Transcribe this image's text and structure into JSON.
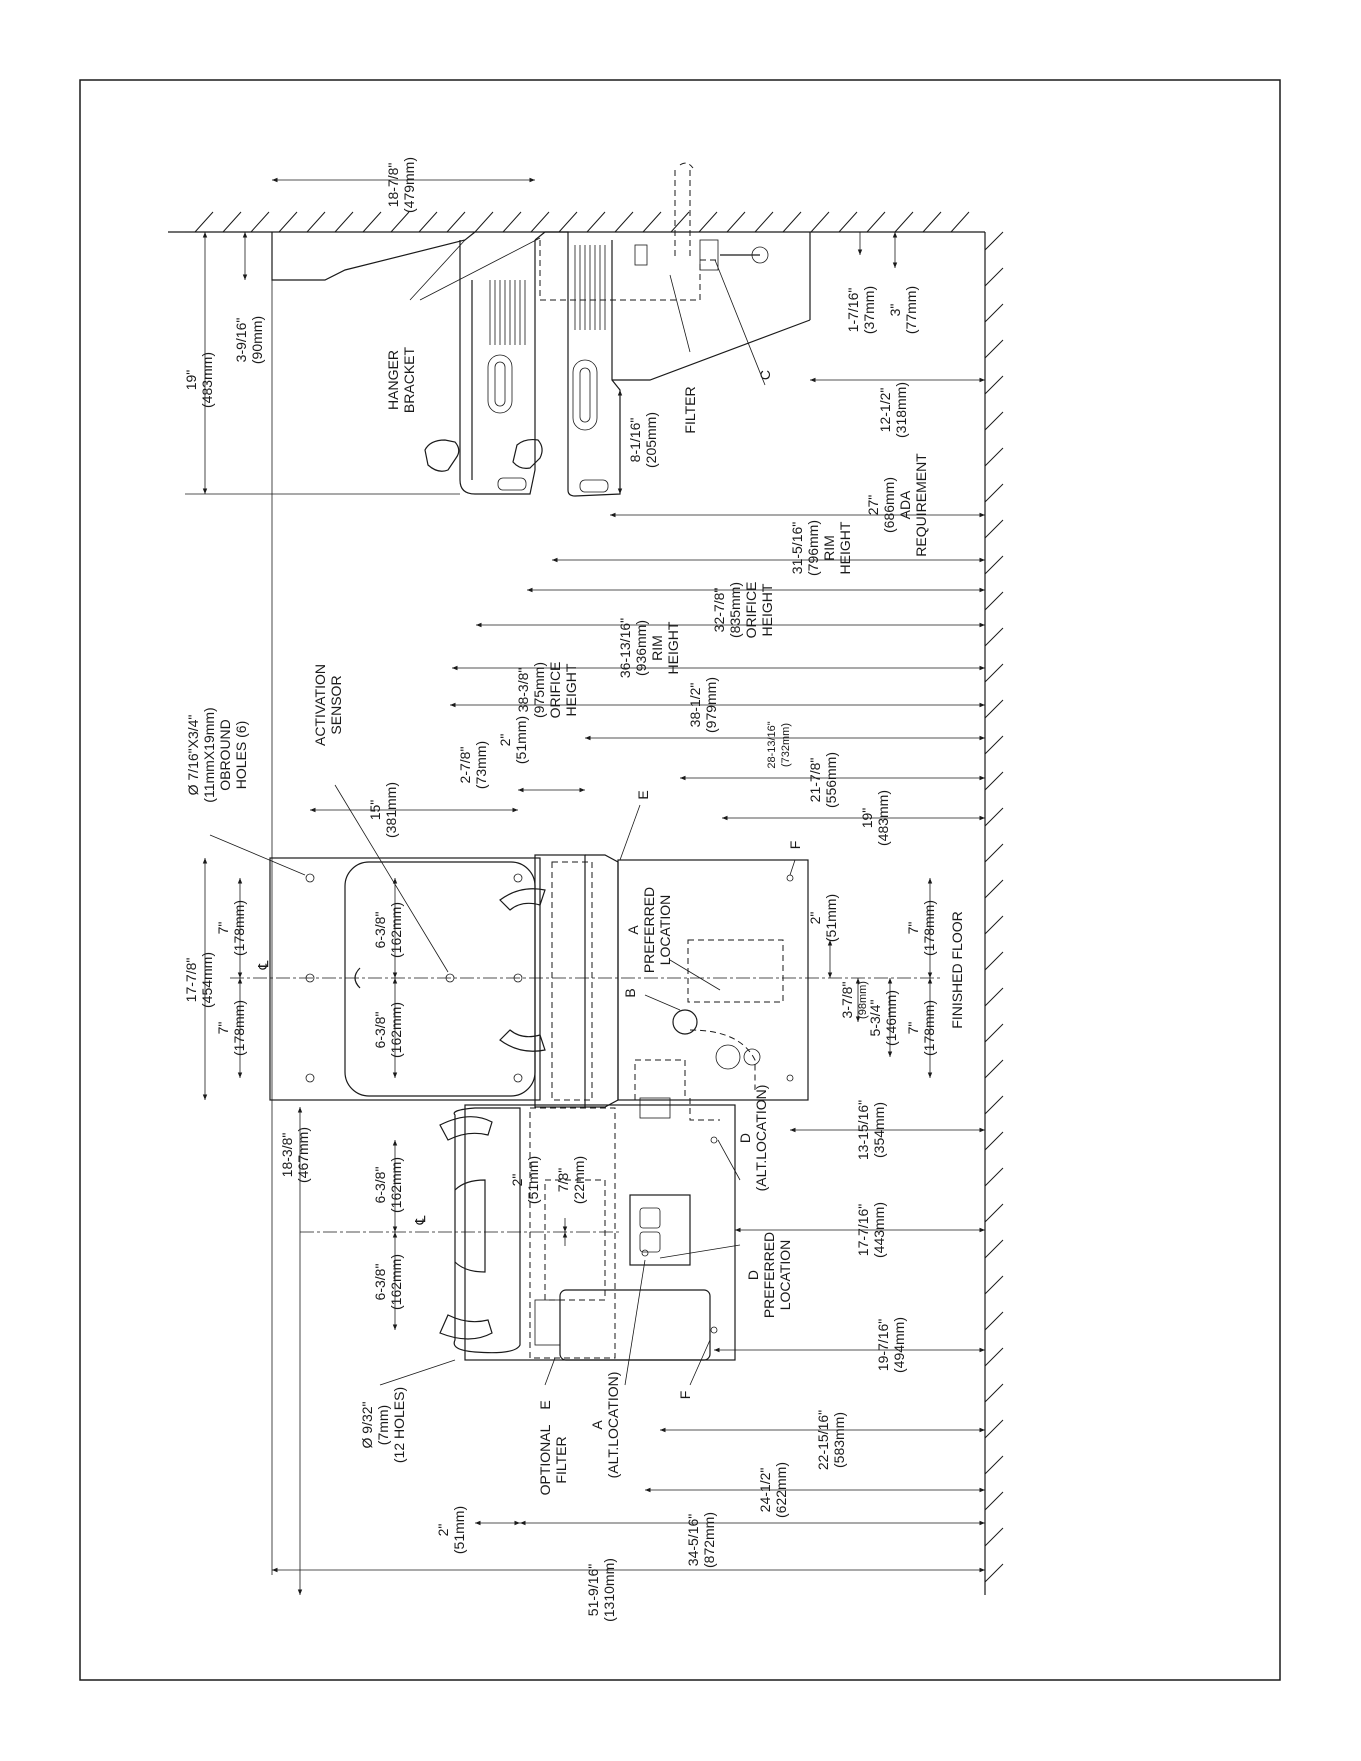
{
  "rotation_deg": -90,
  "labels": {
    "d19": "19\"",
    "d19mm": "(483mm)",
    "d3916": "3-9/16\"",
    "d3916mm": "(90mm)",
    "d1878": "18-7/8\"",
    "d1878mm": "(479mm)",
    "hanger1": "HANGER",
    "hanger2": "BRACKET",
    "d8116": "8-1/16\"",
    "d8116mm": "(205mm)",
    "filter": "FILTER",
    "c": "C",
    "d1716": "1-7/16\"",
    "d1716mm": "(37mm)",
    "d3": "3\"",
    "d3mm": "(77mm)",
    "d1212": "12-1/2\"",
    "d1212mm": "(318mm)",
    "d27": "27\"",
    "d27mm": "(686mm)",
    "ada1": "ADA",
    "ada2": "REQUIREMENT",
    "d31516": "31-5/16\"",
    "d31516mm": "(796mm)",
    "rim1": "RIM",
    "height1": "HEIGHT",
    "d3278": "32-7/8\"",
    "d3278mm": "(835mm)",
    "orifice1": "ORIFICE",
    "height2": "HEIGHT",
    "d361316": "36-13/16\"",
    "d361316mm": "(936mm)",
    "rim2": "RIM",
    "height3": "HEIGHT",
    "d3838": "38-3/8\"",
    "d3838mm": "(975mm)",
    "orifice2": "ORIFICE",
    "height4": "HEIGHT",
    "obr1": "Ø 7/16\"X3/4\"",
    "obr2": "(11mmX19mm)",
    "obr3": "OBROUND",
    "obr4": "HOLES (6)",
    "act1": "ACTIVATION",
    "act2": "SENSOR",
    "d3812": "38-1/2\"",
    "d3812mm": "(979mm)",
    "d281316": "28-13/16\"",
    "d281316mm": "(732mm)",
    "d2178": "21-7/8\"",
    "d2178mm": "(556mm)",
    "d19b": "19\"",
    "d19bmm": "(483mm)",
    "d1778": "17-7/8\"",
    "d1778mm": "(454mm)",
    "d7a": "7\"",
    "d7amm": "(178mm)",
    "d7b": "7\"",
    "d7bmm": "(178mm)",
    "d15": "15\"",
    "d15mm": "(381mm)",
    "d278": "2-7/8\"",
    "d278mm": "(73mm)",
    "d2a": "2\"",
    "d2amm": "(51mm)",
    "d638a": "6-3/8\"",
    "d638amm": "(162mm)",
    "d638b": "6-3/8\"",
    "d638bmm": "(162mm)",
    "cl1": "℄",
    "e1": "E",
    "a1": "A",
    "pref1": "PREFERRED",
    "loc1": "LOCATION",
    "b": "B",
    "f1": "F",
    "d2b": "2\"",
    "d2bmm": "(51mm)",
    "d7c": "7\"",
    "d7cmm": "(178mm)",
    "d378": "3-7/8\"",
    "d378mm": "(98mm)",
    "d534": "5-3/4\"",
    "d534mm": "(146mm)",
    "d7d": "7\"",
    "d7dmm": "(178mm)",
    "floor": "FINISHED FLOOR",
    "d1838": "18-3/8\"",
    "d1838mm": "(467mm)",
    "d638c": "6-3/8\"",
    "d638cmm": "(162mm)",
    "d638d": "6-3/8\"",
    "d638dmm": "(162mm)",
    "cl2": "℄",
    "d2c": "2\"",
    "d2cmm": "(51mm)",
    "d78": "7/8\"",
    "d78mm": "(22mm)",
    "d1": "D",
    "alt1": "(ALT.LOCATION)",
    "d13": "13-15/16\"",
    "d13mm": "(354mm)",
    "d2": "D",
    "pref2": "PREFERRED",
    "loc2": "LOCATION",
    "d17716": "17-7/16\"",
    "d17716mm": "(443mm)",
    "hole1": "Ø 9/32\"",
    "hole2": "(7mm)",
    "hole3": "(12 HOLES)",
    "opt1": "OPTIONAL",
    "opt2": "FILTER",
    "e2": "E",
    "a2": "A",
    "alt2": "(ALT.LOCATION)",
    "f2": "F",
    "d19716": "19-7/16\"",
    "d19716mm": "(494mm)",
    "d221516": "22-15/16\"",
    "d221516mm": "(583mm)",
    "d2412": "24-1/2\"",
    "d2412mm": "(622mm)",
    "d2d": "2\"",
    "d2dmm": "(51mm)",
    "d34516": "34-5/16\"",
    "d34516mm": "(872mm)",
    "d51916": "51-9/16\"",
    "d51916mm": "(1310mm)"
  }
}
